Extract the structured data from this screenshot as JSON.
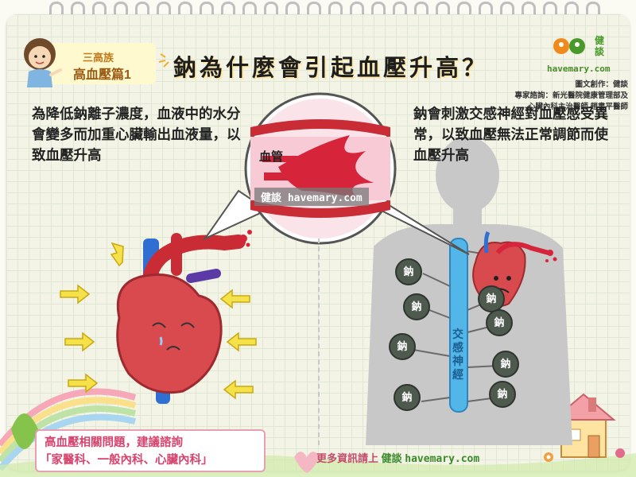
{
  "header": {
    "category": "三高族",
    "topic": "高血壓篇1",
    "title": "鈉為什麼會引起血壓升高？"
  },
  "brand": {
    "logo_text": "健談",
    "site": "havemary.com",
    "credit_lines": [
      "圖文創作：健談",
      "專家諮詢：新光醫院健康管理部及",
      "心臟內科主治醫師  趙書平醫師"
    ]
  },
  "left_text": "為降低鈉離子濃度，血液中的水分會變多而加重心臟輸出血液量，以致血壓升高",
  "right_text": "鈉會刺激交感神經對血壓感受異常，以致血壓無法正常調節而使血壓升高",
  "illustration": {
    "vessel_label": "血管",
    "watermark": "健談 havemary.com",
    "nerve_label": "交感神經",
    "sodium_label": "鈉"
  },
  "footer": {
    "advice_line1": "高血壓相關問題，建議諮詢",
    "advice_line2": "「家醫科、一般內科、心臟內科」",
    "more_prefix": "更多資訊請上",
    "more_brand": "健談",
    "more_url": "havemary.com"
  },
  "colors": {
    "accent_red": "#d6243a",
    "heart": "#d94a4f",
    "vein_blue": "#2f6fd2",
    "nerve_blue": "#53b6e9",
    "sodium": "#4f5a4f",
    "arrow_yellow": "#f5e14a",
    "advice_pink": "#d7446e",
    "brand_green": "#4a9a2a",
    "brand_orange": "#f08a1c"
  }
}
